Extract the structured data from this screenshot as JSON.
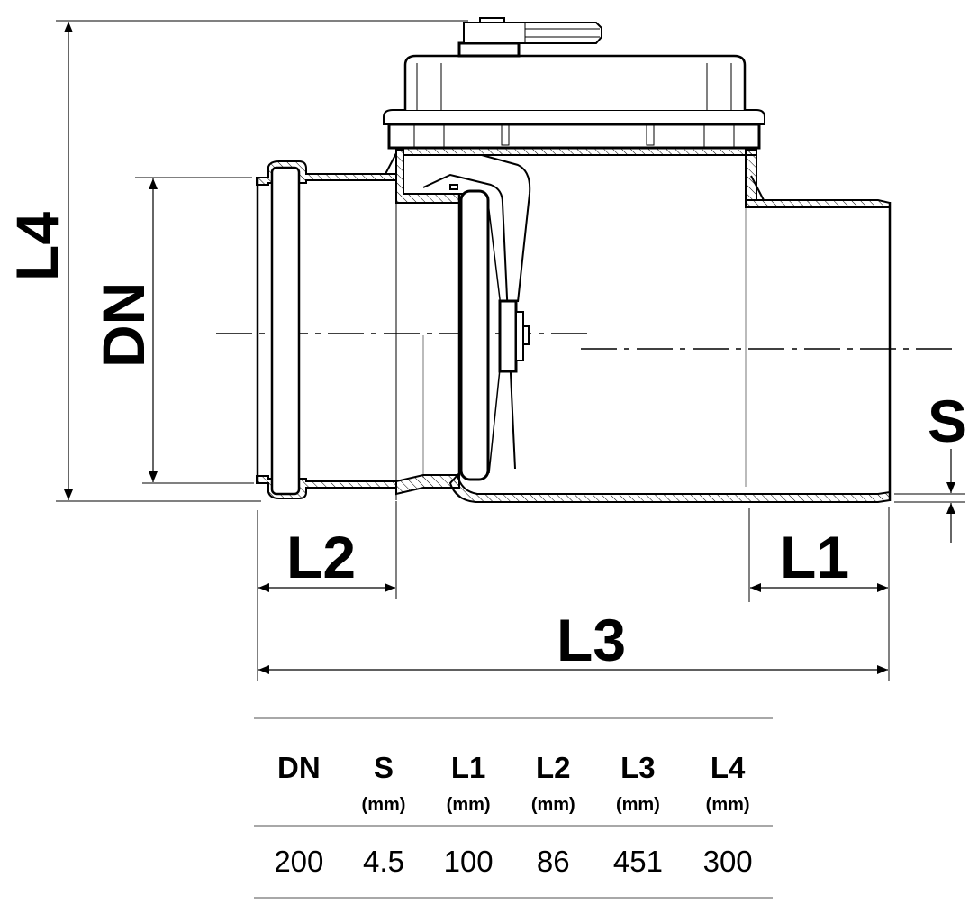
{
  "drawing": {
    "title": "Non-return valve cross-section with dimensions",
    "dimension_labels": {
      "L4": "L4",
      "DN": "DN",
      "S": "S",
      "L1": "L1",
      "L2": "L2",
      "L3": "L3"
    }
  },
  "table": {
    "columns": [
      {
        "key": "DN",
        "label": "DN",
        "unit": ""
      },
      {
        "key": "S",
        "label": "S",
        "unit": "(mm)"
      },
      {
        "key": "L1",
        "label": "L1",
        "unit": "(mm)"
      },
      {
        "key": "L2",
        "label": "L2",
        "unit": "(mm)"
      },
      {
        "key": "L3",
        "label": "L3",
        "unit": "(mm)"
      },
      {
        "key": "L4",
        "label": "L4",
        "unit": "(mm)"
      }
    ],
    "rows": [
      [
        "200",
        "4.5",
        "100",
        "86",
        "451",
        "300"
      ]
    ]
  },
  "colors": {
    "line": "#000000",
    "rule": "#a8a8a8",
    "background": "#ffffff"
  }
}
